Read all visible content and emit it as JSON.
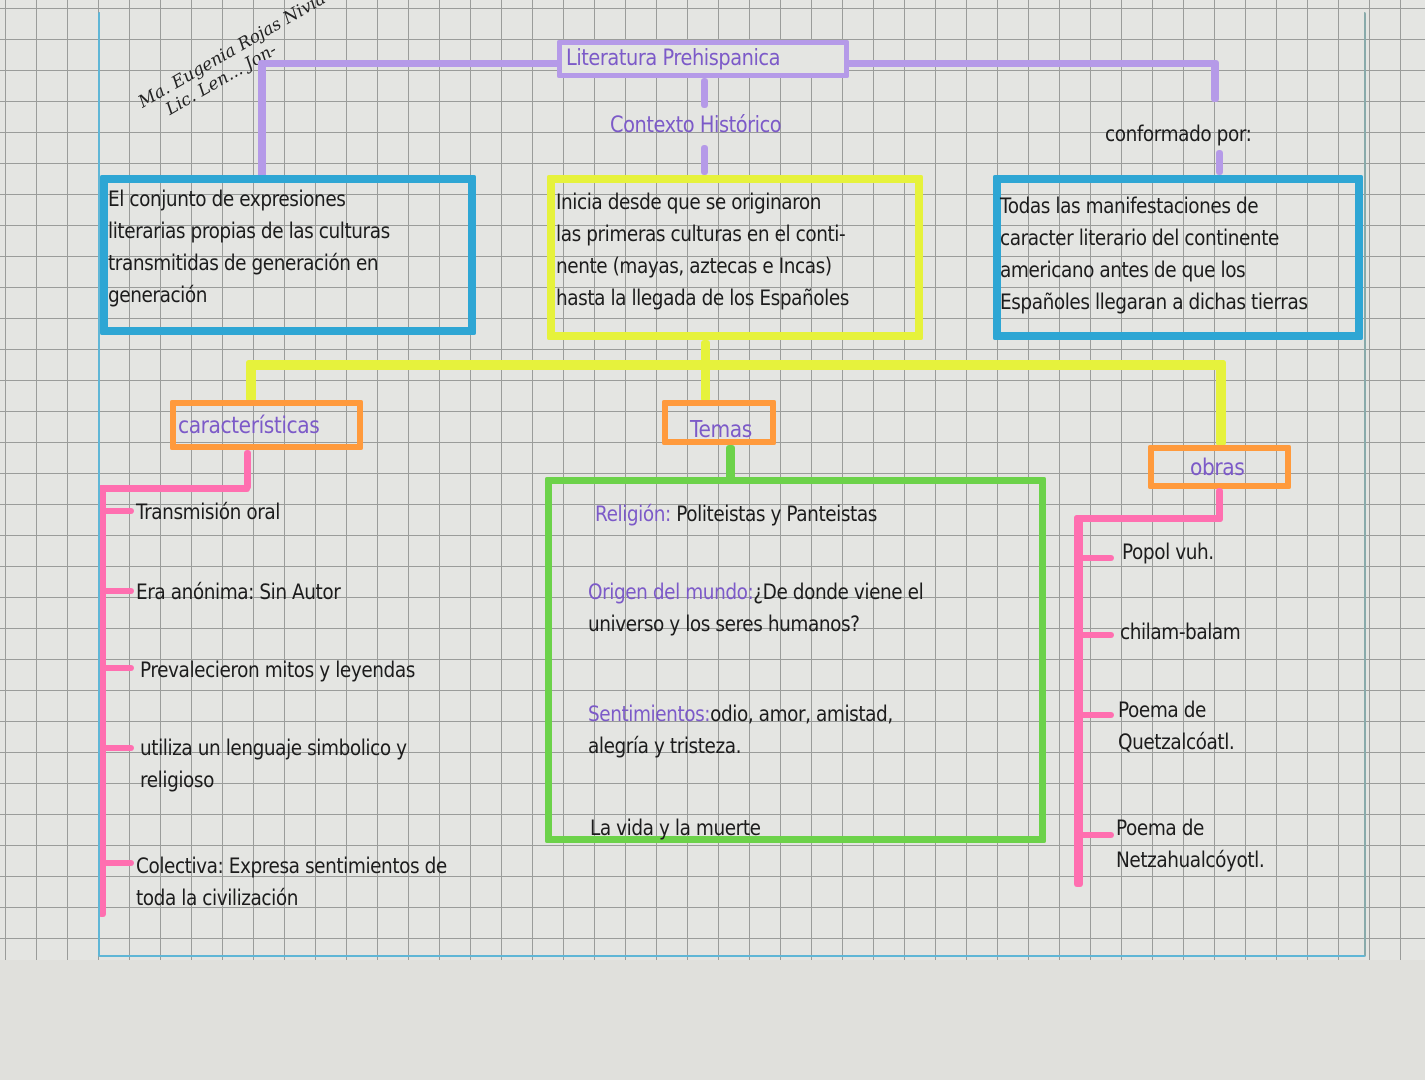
{
  "title": "Literatura Prehispanica",
  "stamp": [
    "Ma. Eugenia Rojas Nivia",
    "Lic. Len... Jon-"
  ],
  "contexto_label": "Contexto Histórico",
  "conformado_label": "conformado por:",
  "definition": [
    "El conjunto de expresiones",
    "literarias propias de las culturas",
    "transmitidas de generación en",
    "generación"
  ],
  "contexto": [
    "Inicia desde que se originaron",
    "las primeras culturas en el conti-",
    "nente (mayas, aztecas e Incas)",
    "hasta la llegada de los Españoles"
  ],
  "conformado": [
    "Todas las manifestaciones de",
    "caracter literario del continente",
    "americano antes de que los",
    "Españoles llegaran a dichas tierras"
  ],
  "caracteristicas": {
    "label": "características",
    "items": [
      [
        "Transmisión oral"
      ],
      [
        "Era anónima: Sin Autor"
      ],
      [
        "Prevalecieron mitos y leyendas"
      ],
      [
        "utiliza un lenguaje simbolico y",
        "religioso"
      ],
      [
        "Colectiva: Expresa sentimientos de",
        "toda la civilización"
      ]
    ]
  },
  "temas": {
    "label": "Temas",
    "items": [
      {
        "key": "Religión:",
        "text": [
          "Politeistas y Panteistas"
        ]
      },
      {
        "key": "Origen del mundo:",
        "text": [
          "¿De donde viene el",
          "universo y los seres humanos?"
        ]
      },
      {
        "key": "Sentimientos:",
        "text": [
          "odio, amor, amistad,",
          "alegría y tristeza."
        ]
      },
      {
        "key": "",
        "text": [
          "La vida y la muerte"
        ]
      }
    ]
  },
  "obras": {
    "label": "obras",
    "items": [
      [
        "Popol vuh."
      ],
      [
        "chilam-balam"
      ],
      [
        "Poema de",
        "Quetzalcóatl."
      ],
      [
        "Poema de",
        "Netzahualcóyotl."
      ]
    ]
  },
  "colors": {
    "purple": "#a78be0",
    "blue": "#2ea6d4",
    "yellow": "#e6f23c",
    "orange": "#ff9a3c",
    "green": "#6cd24a",
    "pink": "#ff6fb0"
  }
}
